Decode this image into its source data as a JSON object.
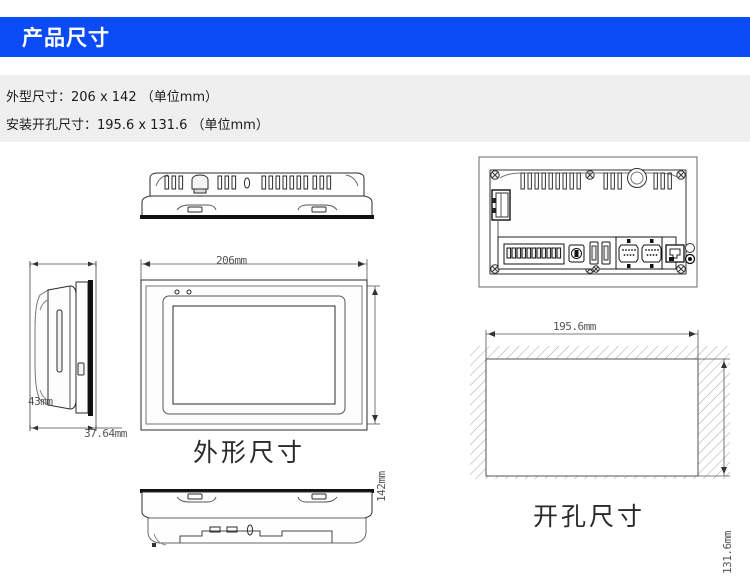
{
  "header": {
    "title": "产品尺寸",
    "band_color": "#0a4bf5",
    "text_color": "#ffffff"
  },
  "specs": {
    "strip_bg": "#efefef",
    "lines": [
      "外型尺寸：206 x 142  （单位mm）",
      "安装开孔尺寸：195.6 x 131.6  （单位mm）"
    ],
    "outline_size": "206 x 142",
    "cutout_size": "195.6 x 131.6",
    "unit": "mm"
  },
  "drawings": {
    "top_view": {
      "name": "top-view"
    },
    "side_view": {
      "name": "side-view",
      "dim_depth": "43mm",
      "dim_bezel": "37.64mm"
    },
    "front_view": {
      "name": "front-view",
      "dim_width": "206mm",
      "dim_height": "142mm"
    },
    "bottom_view": {
      "name": "bottom-view"
    },
    "rear_view": {
      "name": "rear-view",
      "ports": [
        "terminal-block",
        "power-jack",
        "usb-port",
        "usb-port",
        "db9-serial-port",
        "db9-serial-port",
        "rj45-ethernet-port",
        "round-connector"
      ]
    },
    "cutout_view": {
      "name": "cutout-view",
      "dim_width": "195.6mm",
      "dim_height": "131.6mm"
    }
  },
  "captions": {
    "outline": "外形尺寸",
    "cutout": "开孔尺寸"
  },
  "colors": {
    "accent_blue": "#0a4bf5",
    "strip_gray": "#efefef",
    "line_gray": "#555555",
    "page_white": "#ffffff"
  }
}
